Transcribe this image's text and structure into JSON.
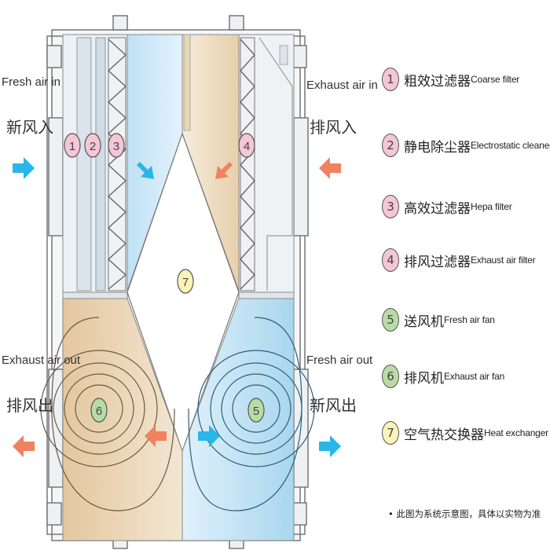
{
  "flows": {
    "fresh_in_en": "Fresh air in",
    "fresh_in_cn": "新风入",
    "exhaust_in_en": "Exhaust air in",
    "exhaust_in_cn": "排风入",
    "exhaust_out_en": "Exhaust air out",
    "exhaust_out_cn": "排风出",
    "fresh_out_en": "Fresh air out",
    "fresh_out_cn": "新风出"
  },
  "legend": [
    {
      "num": "1",
      "cn": "粗效过滤器",
      "en": "Coarse filter",
      "color": "#f4c6d6"
    },
    {
      "num": "2",
      "cn": "静电除尘器",
      "en": "Electrostatic cleaner",
      "color": "#f4c6d6"
    },
    {
      "num": "3",
      "cn": "高效过滤器",
      "en": "Hepa filter",
      "color": "#f4c6d6"
    },
    {
      "num": "4",
      "cn": "排风过滤器",
      "en": "Exhaust air filter",
      "color": "#f4c6d6"
    },
    {
      "num": "5",
      "cn": "送风机",
      "en": "Fresh air fan",
      "color": "#b9dca6"
    },
    {
      "num": "6",
      "cn": "排风机",
      "en": "Exhaust air fan",
      "color": "#b9dca6"
    },
    {
      "num": "7",
      "cn": "空气热交换器",
      "en": "Heat exchanger",
      "color": "#fbf3b8"
    }
  ],
  "markers": {
    "m1": "1",
    "m2": "2",
    "m3": "3",
    "m4": "4",
    "m5": "5",
    "m6": "6",
    "m7": "7"
  },
  "note": "• 此图为系统示意图，具体以实物为准",
  "colors": {
    "fresh": "#29b6e8",
    "exhaust": "#f08260",
    "blue_zone": "#cfe8f6",
    "tan_zone": "#ead6b8"
  }
}
